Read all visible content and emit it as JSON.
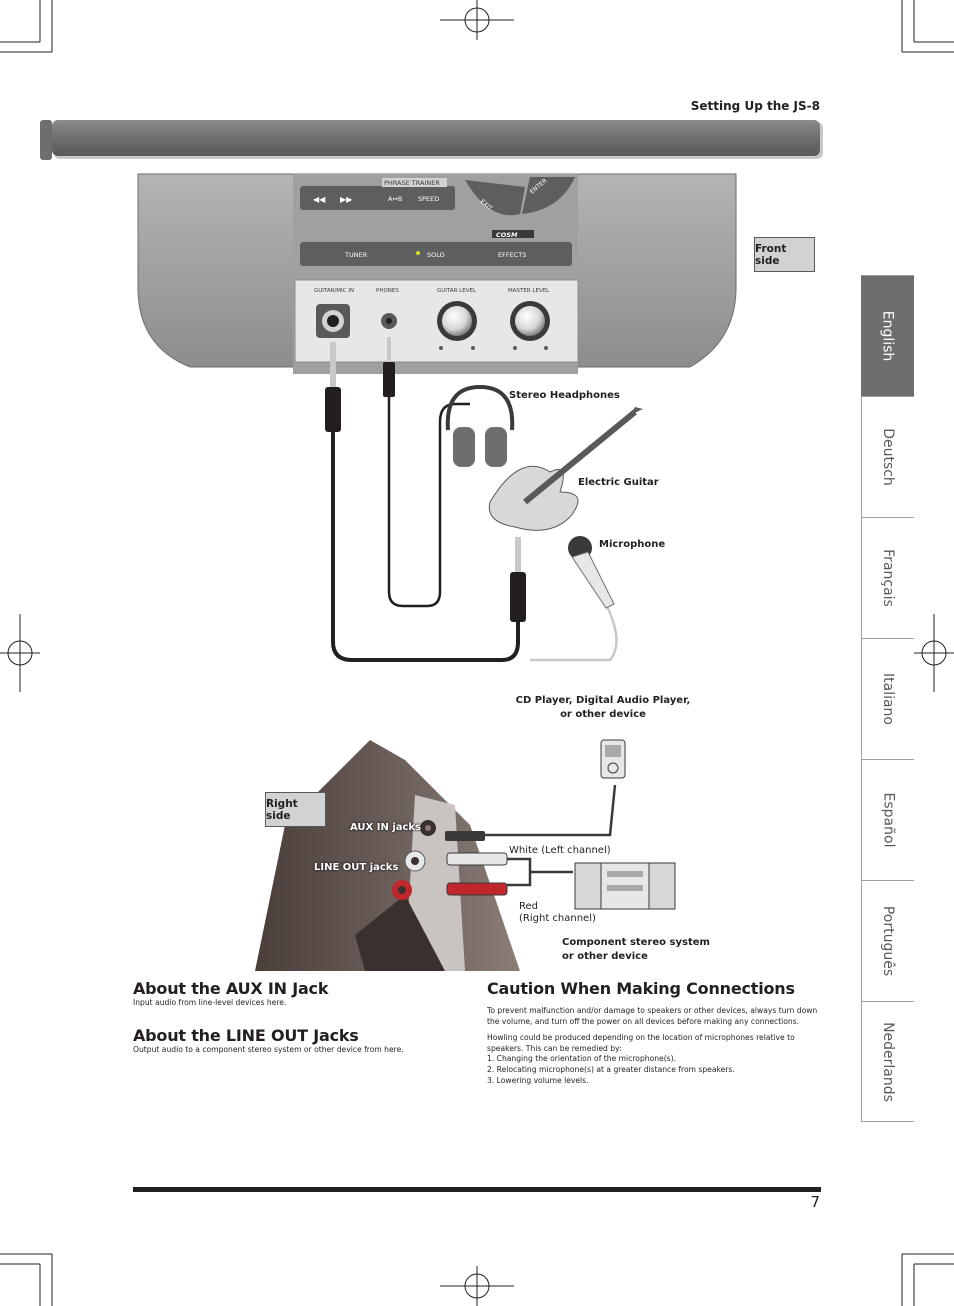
{
  "header": {
    "section": "Setting Up the JS-8"
  },
  "languages": [
    {
      "label": "English",
      "active": true
    },
    {
      "label": "Deutsch",
      "active": false
    },
    {
      "label": "Français",
      "active": false
    },
    {
      "label": "Italiano",
      "active": false
    },
    {
      "label": "Español",
      "active": false
    },
    {
      "label": "Português",
      "active": false
    },
    {
      "label": "Nederlands",
      "active": false
    }
  ],
  "front_diagram": {
    "side_label": "Front side",
    "panel": {
      "phrase_trainer": "PHRASE TRAINER",
      "ab": "A↔B",
      "speed": "SPEED",
      "exit": "EXIT",
      "enter": "ENTER",
      "cosm": "COSM",
      "tuner": "TUNER",
      "solo": "SOLO",
      "effects": "EFFECTS",
      "guitar_mic_in": "GUITAR/MIC IN",
      "phones": "PHONES",
      "guitar_level": "GUITAR LEVEL",
      "master_level": "MASTER LEVEL"
    },
    "stereo_headphones": "Stereo Headphones",
    "electric_guitar": "Electric Guitar",
    "microphone": "Microphone"
  },
  "side_diagram": {
    "side_label": "Right side",
    "cd_player_line1": "CD Player, Digital Audio Player,",
    "cd_player_line2": "or other device",
    "aux_in": "AUX IN jacks",
    "line_out": "LINE OUT jacks",
    "white_left": "White (Left channel)",
    "red_line1": "Red",
    "red_line2": "(Right channel)",
    "component_line1": "Component stereo system",
    "component_line2": "or other device"
  },
  "sections": {
    "aux_title": "About the AUX IN Jack",
    "aux_body": "Input audio from line-level devices here.",
    "lineout_title": "About the LINE OUT Jacks",
    "lineout_body": "Output audio to a component stereo system or other device from here.",
    "caution_title": "Caution When Making Connections",
    "caution_p1": "To prevent malfunction and/or damage to speakers or other devices, always turn down the volume, and turn off the power on all devices before making any connections.",
    "caution_p2": "Howling could be produced depending on the location of microphones relative to speakers. This can be remedied by:",
    "caution_items": [
      "1. Changing the orientation of the microphone(s).",
      "2. Relocating microphone(s) at a greater distance from speakers.",
      "3. Lowering volume levels."
    ]
  },
  "page_number": "7"
}
